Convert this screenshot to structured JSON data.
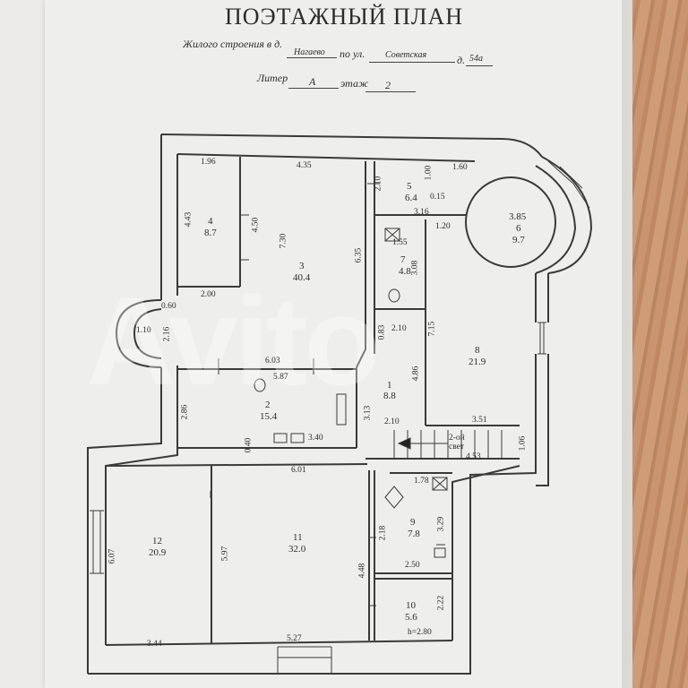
{
  "header": {
    "title": "ПОЭТАЖНЫЙ ПЛАН",
    "line1_prefix": "Жилого строения в д.",
    "village": "Нагаево",
    "street_prefix": "по ул.",
    "street": "Советская",
    "house_prefix": "д.",
    "house": "54а",
    "liter_prefix": "Литер",
    "liter": "А",
    "floor_prefix": "этаж",
    "floor": "2"
  },
  "rooms": [
    {
      "num": "4",
      "area": "8.7"
    },
    {
      "num": "3",
      "area": "40.4"
    },
    {
      "num": "5",
      "area": "6.4"
    },
    {
      "num": "6",
      "area": "9.7",
      "dim": "3.85"
    },
    {
      "num": "7",
      "area": "4.8"
    },
    {
      "num": "8",
      "area": "21.9"
    },
    {
      "num": "1",
      "area": "8.8"
    },
    {
      "num": "2",
      "area": "15.4"
    },
    {
      "num": "12",
      "area": "20.9"
    },
    {
      "num": "11",
      "area": "32.0"
    },
    {
      "num": "9",
      "area": "7.8"
    },
    {
      "num": "10",
      "area": "5.6"
    }
  ],
  "dims": {
    "d196": "1.96",
    "d435": "4.35",
    "d210a": "2.10",
    "d100": "1.00",
    "d160": "1.60",
    "d443": "4.43",
    "d450": "4.50",
    "d730": "7.30",
    "d015": "0.15",
    "d316": "3.16",
    "d155": "1.55",
    "d120": "1.20",
    "d635": "6.35",
    "d308": "3.08",
    "d200": "2.00",
    "d060": "0.60",
    "d110": "1.10",
    "d216": "2.16",
    "d083": "0.83",
    "d210b": "2.10",
    "d715": "7.15",
    "d603": "6.03",
    "d587": "5.87",
    "d486": "4.86",
    "d286": "2.86",
    "d313": "3.13",
    "d210c": "2.10",
    "d351": "3.51",
    "d040": "0.40",
    "d340": "3.40",
    "d106": "1.06",
    "d453": "4.53",
    "d601": "6.01",
    "d178": "1.78",
    "d607": "6.07",
    "d597": "5.97",
    "d218": "2.18",
    "d329": "3.29",
    "d448": "4.48",
    "d250": "2.50",
    "d222": "2.22",
    "d344": "3.44",
    "d527": "5.27",
    "height": "h=2.80"
  },
  "stairs_label": "2-ой\nсвет",
  "watermark": "Avito"
}
